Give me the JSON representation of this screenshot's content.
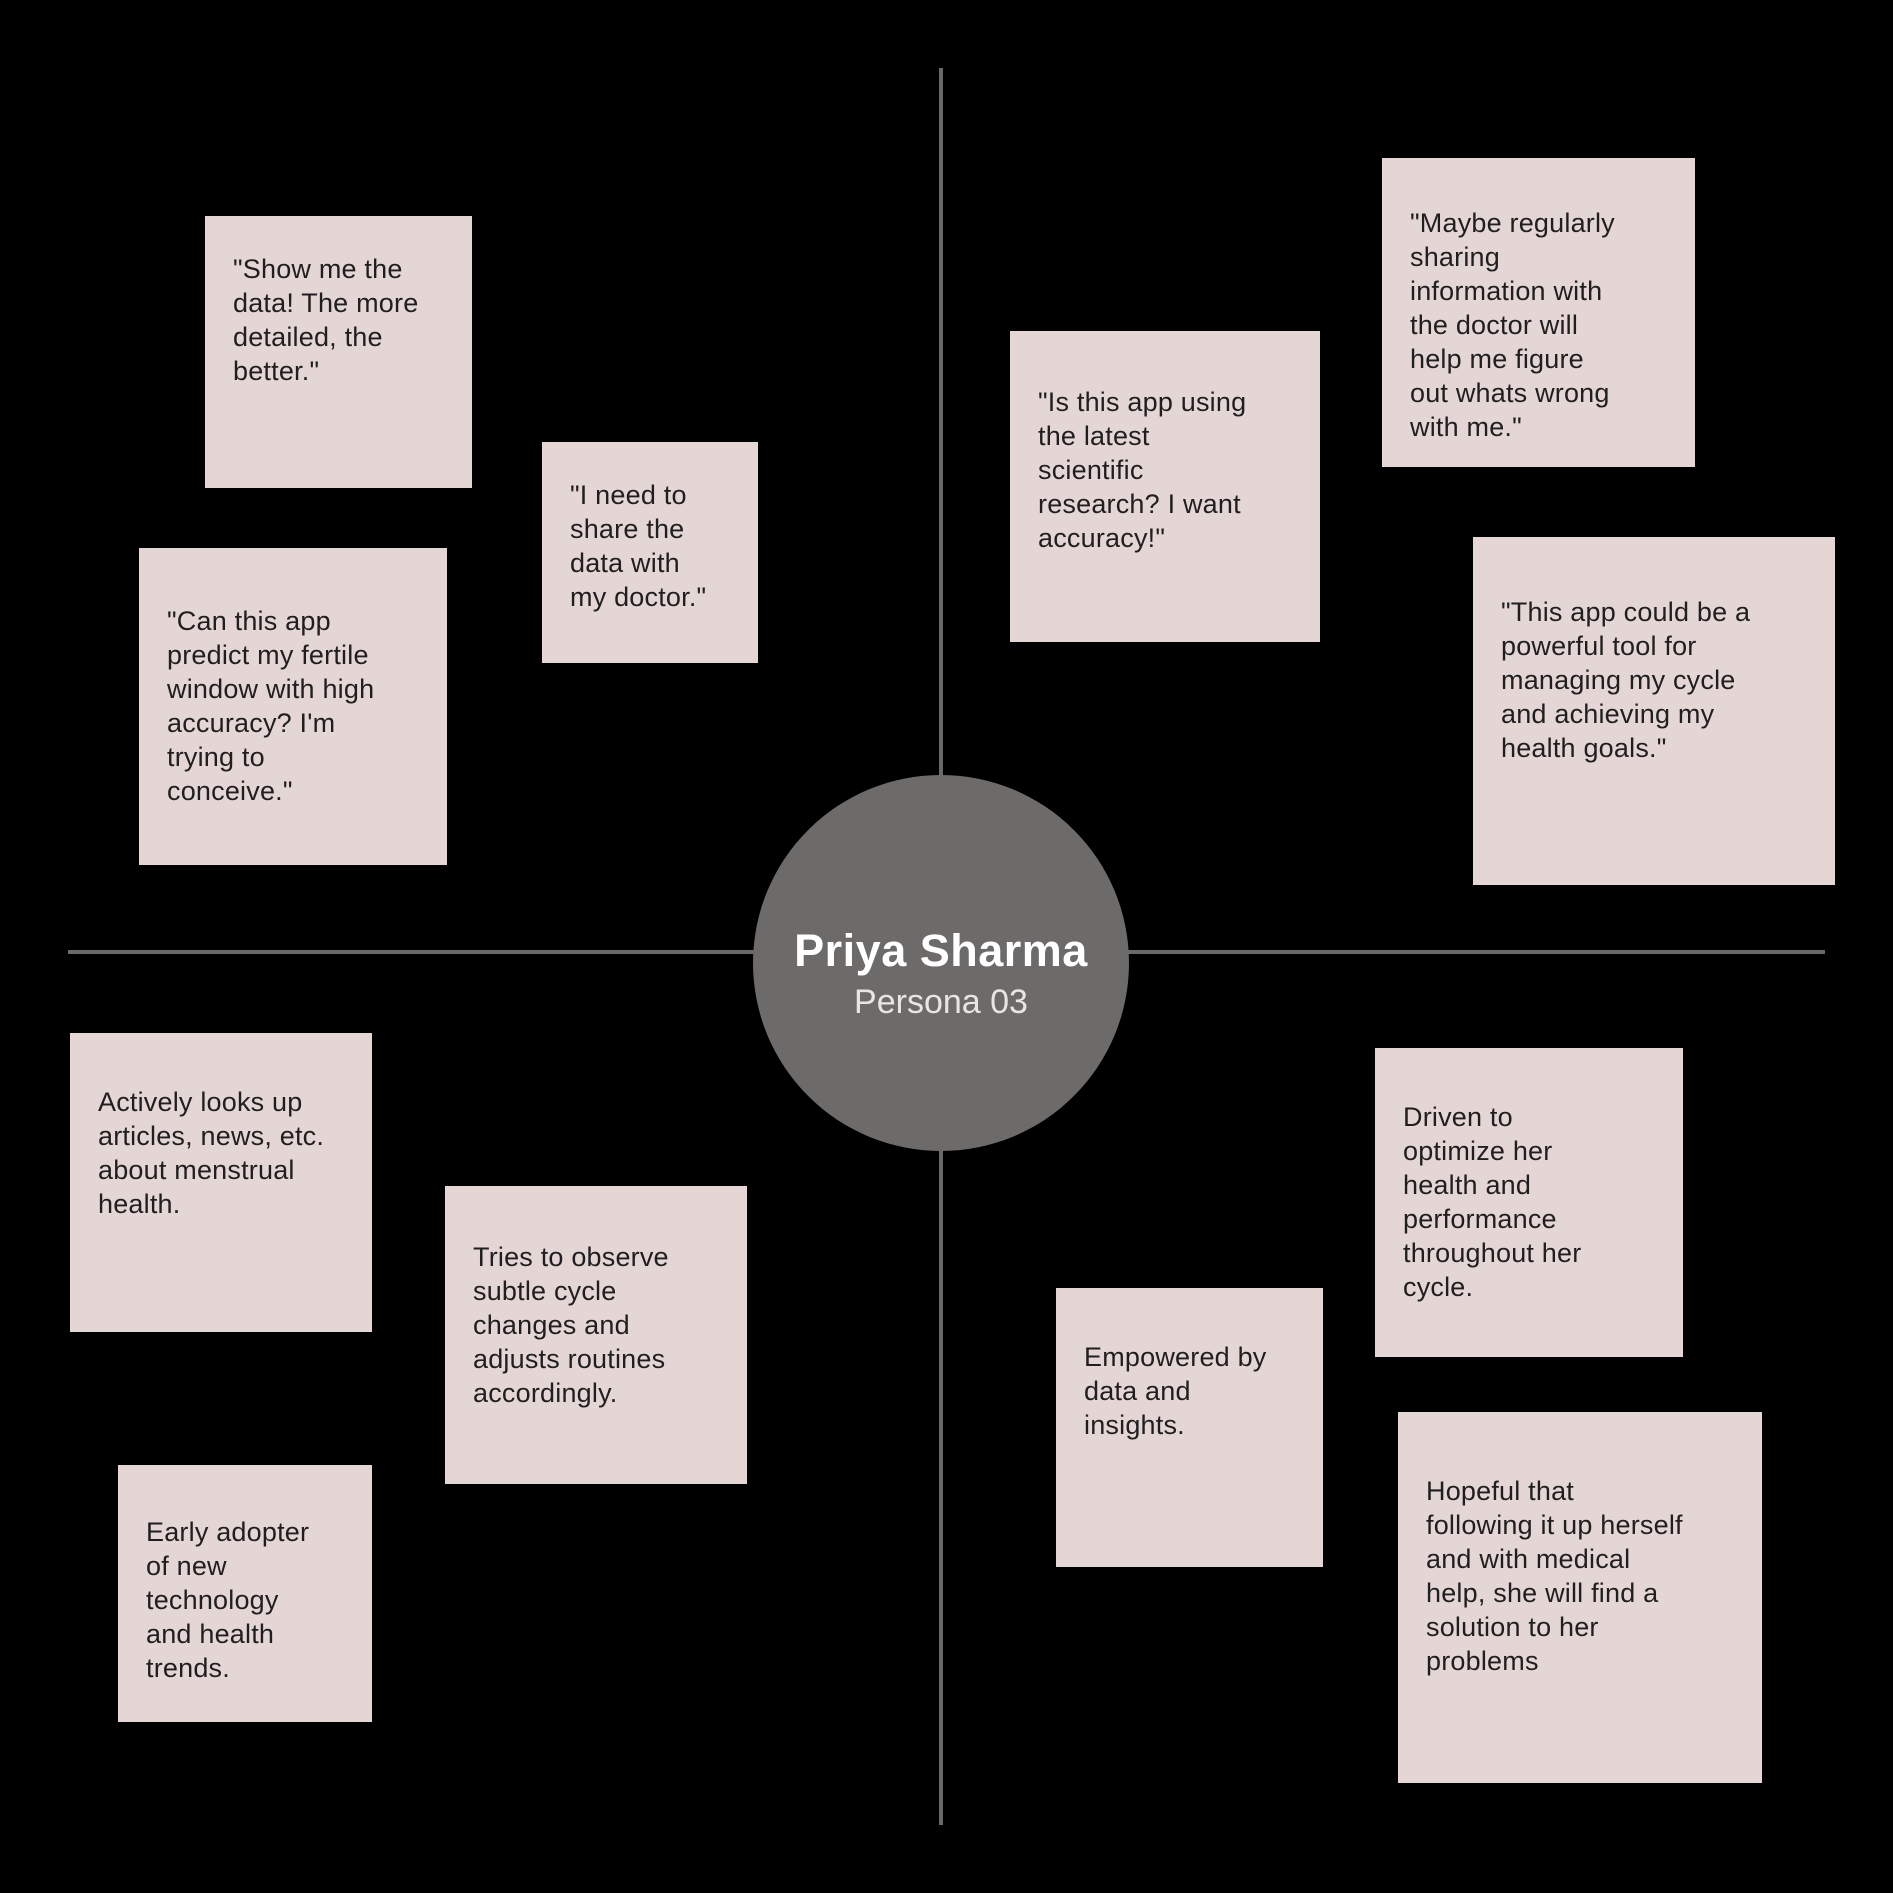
{
  "persona": {
    "name": "Priya Sharma",
    "label": "Persona 03"
  },
  "colors": {
    "background": "#000000",
    "note_background": "#e4d6d4",
    "note_text": "#211e1f",
    "circle_background": "#6d6a6a",
    "divider_line": "#696969",
    "persona_name_text": "#ffffff",
    "persona_label_text": "#e8e5e5"
  },
  "notes": [
    {
      "id": "show-me-the-data",
      "text": "\"Show me the\ndata! The more\ndetailed, the\nbetter.\""
    },
    {
      "id": "share-with-doctor",
      "text": "\"I need to\nshare the\ndata with\nmy doctor.\""
    },
    {
      "id": "predict-fertile-window",
      "text": "\"Can this app\npredict my fertile\nwindow with high\naccuracy? I'm\ntrying to\nconceive.\""
    },
    {
      "id": "latest-scientific-research",
      "text": "\"Is this app using\nthe latest\nscientific\nresearch? I want\naccuracy!\""
    },
    {
      "id": "sharing-with-doctor-helps",
      "text": "\"Maybe regularly\nsharing\ninformation with\nthe doctor will\nhelp me figure\nout whats wrong\nwith me.\""
    },
    {
      "id": "powerful-tool",
      "text": "\"This app could be a\npowerful tool for\nmanaging my cycle\nand achieving my\nhealth goals.\""
    },
    {
      "id": "actively-looks-up",
      "text": "Actively looks up\narticles, news, etc.\nabout menstrual\nhealth."
    },
    {
      "id": "observes-cycle-changes",
      "text": "Tries to observe\nsubtle cycle\nchanges and\nadjusts routines\naccordingly."
    },
    {
      "id": "early-adopter",
      "text": "Early adopter\nof new\ntechnology\nand health\ntrends."
    },
    {
      "id": "driven-to-optimize",
      "text": "Driven to\noptimize her\nhealth and\nperformance\nthroughout her\ncycle."
    },
    {
      "id": "empowered-by-data",
      "text": "Empowered by\ndata and\ninsights."
    },
    {
      "id": "hopeful-for-solution",
      "text": "Hopeful that\nfollowing it up herself\nand with medical\nhelp, she will find a\nsolution to her\nproblems"
    }
  ]
}
